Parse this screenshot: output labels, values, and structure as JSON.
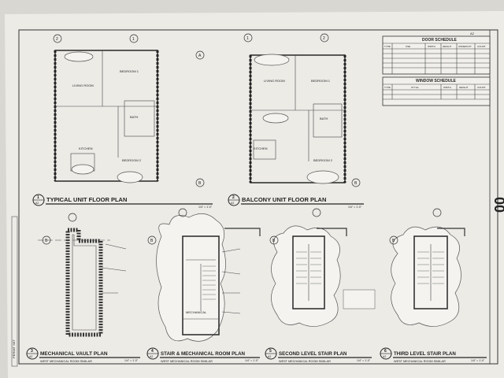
{
  "sheet": {
    "side_label": "PERMIT SET",
    "corner_tag": "A2",
    "right_title_fragment": "00"
  },
  "door_schedule": {
    "title": "DOOR SCHEDULE",
    "headers": [
      "TYPE",
      "USE",
      "WIDTH",
      "HEIGHT",
      "UNDERCUT",
      "COUNT"
    ]
  },
  "window_schedule": {
    "title": "WINDOW SCHEDULE",
    "headers": [
      "TYPE",
      "STYLE",
      "WIDTH",
      "HEIGHT",
      "COUNT"
    ]
  },
  "room_labels": {
    "living_room": "LIVING ROOM",
    "bedroom_1": "BEDROOM 1",
    "bedroom_2": "BEDROOM 2",
    "kitchen": "KITCHEN",
    "bath": "BATH",
    "mechanical": "MECHANICAL"
  },
  "drawings": [
    {
      "number": "1",
      "sheet": "A2",
      "title": "TYPICAL UNIT FLOOR PLAN",
      "subtitle": "",
      "scale": "1/4\" = 1'-0\""
    },
    {
      "number": "2",
      "sheet": "A2",
      "title": "BALCONY UNIT FLOOR PLAN",
      "subtitle": "",
      "scale": "1/4\" = 1'-0\""
    },
    {
      "number": "3",
      "sheet": "A2",
      "title": "MECHANICAL VAULT PLAN",
      "subtitle": "WEST MECHANICAL ROOM SIMILAR",
      "scale": "1/4\" = 1'-0\""
    },
    {
      "number": "4",
      "sheet": "A2",
      "title": "STAIR & MECHANICAL ROOM PLAN",
      "subtitle": "WEST MECHANICAL ROOM SIMILAR",
      "scale": "1/4\" = 1'-0\""
    },
    {
      "number": "5",
      "sheet": "A2",
      "title": "SECOND LEVEL STAIR PLAN",
      "subtitle": "WEST MECHANICAL ROOM SIMILAR",
      "scale": "1/4\" = 1'-0\""
    },
    {
      "number": "6",
      "sheet": "A2",
      "title": "THIRD LEVEL STAIR PLAN",
      "subtitle": "WEST MECHANICAL ROOM SIMILAR",
      "scale": "1/4\" = 1'-0\""
    }
  ],
  "grid_bubbles": {
    "one": "1",
    "two": "2",
    "a": "A",
    "b": "B"
  }
}
